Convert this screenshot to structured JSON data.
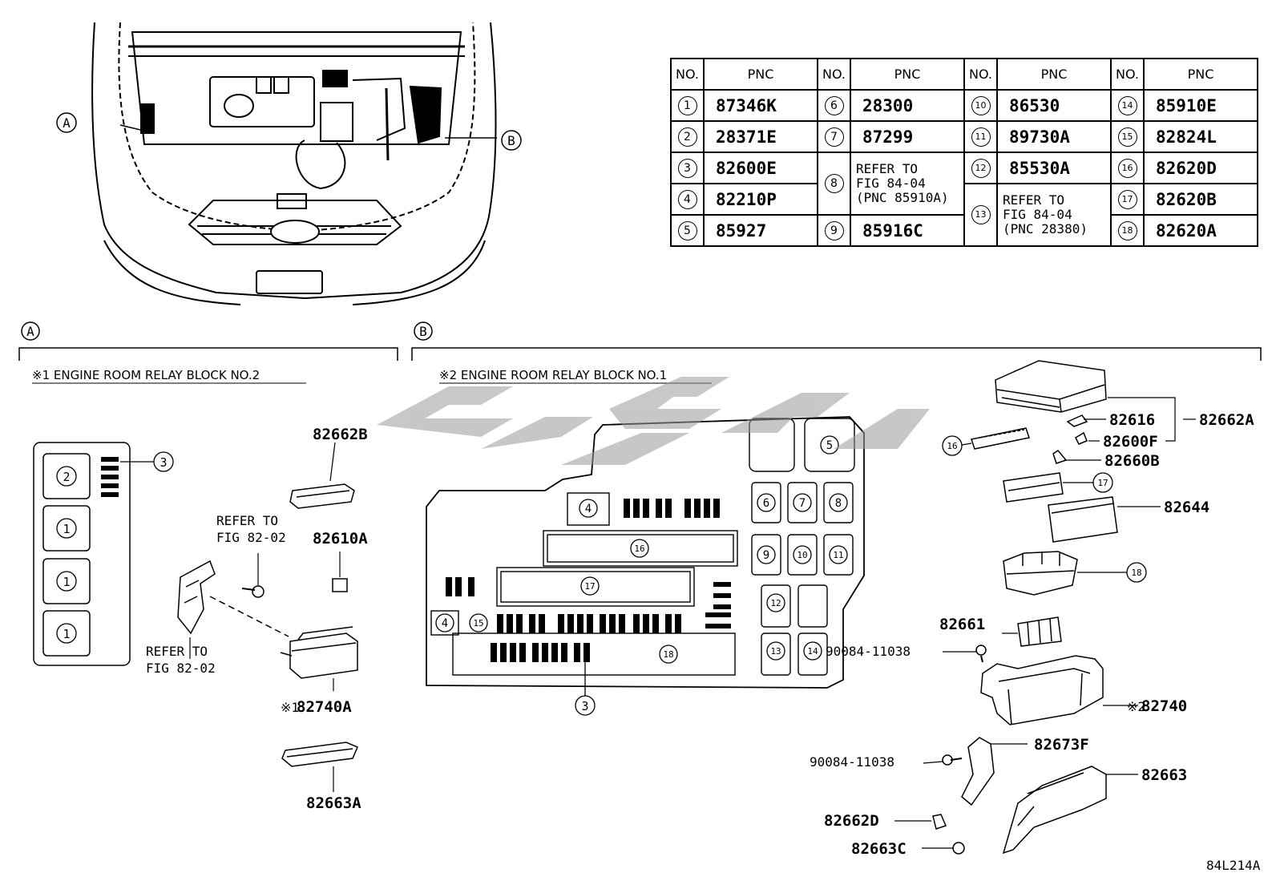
{
  "table": {
    "headers": [
      "NO.",
      "PNC",
      "NO.",
      "PNC",
      "NO.",
      "PNC",
      "NO.",
      "PNC"
    ],
    "items": [
      {
        "no": "1",
        "pnc": "87346K"
      },
      {
        "no": "2",
        "pnc": "28371E"
      },
      {
        "no": "3",
        "pnc": "82600E"
      },
      {
        "no": "4",
        "pnc": "82210P"
      },
      {
        "no": "5",
        "pnc": "85927"
      },
      {
        "no": "6",
        "pnc": "28300"
      },
      {
        "no": "7",
        "pnc": "87299"
      },
      {
        "no": "8",
        "ref": [
          "REFER TO",
          "FIG 84-04",
          "(PNC 85910A)"
        ]
      },
      {
        "no": "9",
        "pnc": "85916C"
      },
      {
        "no": "10",
        "pnc": "86530"
      },
      {
        "no": "11",
        "pnc": "89730A"
      },
      {
        "no": "12",
        "pnc": "85530A"
      },
      {
        "no": "13",
        "ref": [
          "REFER TO",
          "FIG 84-04",
          "(PNC 28380)"
        ]
      },
      {
        "no": "14",
        "pnc": "85910E"
      },
      {
        "no": "15",
        "pnc": "82824L"
      },
      {
        "no": "16",
        "pnc": "82620D"
      },
      {
        "no": "17",
        "pnc": "82620B"
      },
      {
        "no": "18",
        "pnc": "82620A"
      }
    ]
  },
  "callouts": {
    "a": "A",
    "b": "B"
  },
  "sections": {
    "a_title": "※1 ENGINE ROOM RELAY BLOCK NO.2",
    "b_title": "※2 ENGINE ROOM RELAY BLOCK NO.1"
  },
  "block_a": {
    "slots": [
      "2",
      "1",
      "1",
      "1"
    ],
    "callout": "3"
  },
  "block_b": {
    "labels": [
      "5",
      "4",
      "16",
      "6",
      "7",
      "8",
      "9",
      "10",
      "11",
      "17",
      "12",
      "13",
      "14",
      "4",
      "15",
      "18",
      "3"
    ]
  },
  "parts_a": {
    "p82662B": "82662B",
    "refer1": [
      "REFER TO",
      "FIG 82-02"
    ],
    "p82610A": "82610A",
    "refer2": [
      "REFER TO",
      "FIG 82-02"
    ],
    "p82740A_mark": "※1",
    "p82740A": "82740A",
    "p82663A": "82663A"
  },
  "parts_b": {
    "p82616": "82616",
    "p82662A": "82662A",
    "p82600F": "82600F",
    "c16": "16",
    "p82660B": "82660B",
    "c17": "17",
    "p82644": "82644",
    "c18": "18",
    "p82661": "82661",
    "bolt1": "90084-11038",
    "p82740_mark": "※2",
    "p82740": "82740",
    "p82673F": "82673F",
    "bolt2": "90084-11038",
    "p82663": "82663",
    "p82662D": "82662D",
    "p82663C": "82663C"
  },
  "figure_id": "84L214A"
}
